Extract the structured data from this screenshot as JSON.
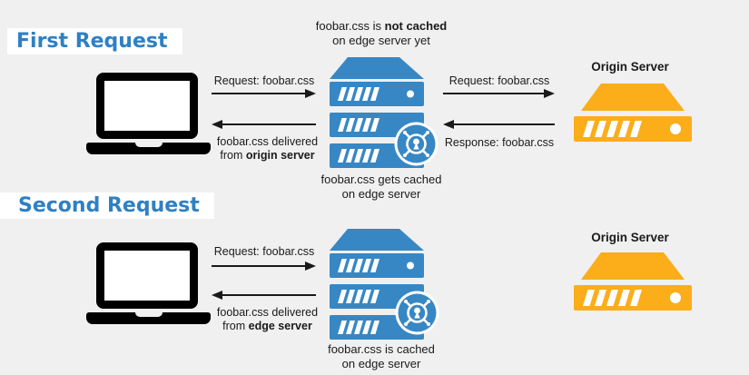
{
  "colors": {
    "background": "#f0f0f0",
    "heading_blue": "#2f80c3",
    "edge_server_blue": "#3787c4",
    "origin_server_orange": "#fbad1a",
    "panel_white": "#ffffff",
    "ink": "#1a1a1a"
  },
  "headings": {
    "first": "First Request",
    "second": "Second Request"
  },
  "first": {
    "edge_status_top": {
      "pre": "foobar.css is ",
      "bold": "not cached",
      "line2": "on edge server yet"
    },
    "client_to_edge_request": "Request: foobar.css",
    "edge_to_client_line1": "foobar.css delivered",
    "edge_to_client_pre": "from ",
    "edge_to_client_bold": "origin server",
    "edge_to_origin_request": "Request: foobar.css",
    "origin_to_edge_response": "Response: foobar.css",
    "origin_label": "Origin Server",
    "edge_status_bottom": {
      "line1": "foobar.css gets cached",
      "line2": "on edge server"
    }
  },
  "second": {
    "client_to_edge_request": "Request: foobar.css",
    "edge_to_client_line1": "foobar.css delivered",
    "edge_to_client_pre": "from ",
    "edge_to_client_bold": "edge server",
    "origin_label": "Origin Server",
    "edge_status_bottom": {
      "line1": "foobar.css is cached",
      "line2": "on edge server"
    }
  },
  "icons": {
    "laptop": "laptop-icon",
    "edge_server": "edge-server-icon",
    "origin_server": "origin-server-icon",
    "cache_badge": "cache-badge-icon",
    "arrow_right": "arrow-right-icon",
    "arrow_left": "arrow-left-icon"
  }
}
